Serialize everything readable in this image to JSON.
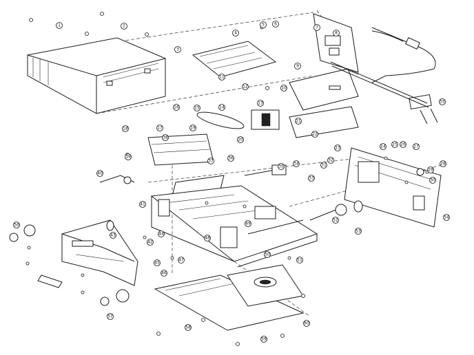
{
  "diagram": {
    "callouts": [
      "1",
      "2",
      "3",
      "4",
      "5",
      "6",
      "7",
      "8",
      "9",
      "10",
      "11",
      "12",
      "13",
      "14",
      "15",
      "16",
      "17",
      "18",
      "19",
      "20",
      "21",
      "22",
      "23",
      "24",
      "25",
      "26",
      "27",
      "28",
      "29",
      "30",
      "31",
      "32",
      "33",
      "34",
      "35",
      "36",
      "37",
      "38",
      "39",
      "40",
      "41",
      "42",
      "43",
      "44",
      "45",
      "46",
      "47",
      "48",
      "49",
      "50",
      "51",
      "52",
      "53",
      "54",
      "55",
      "56",
      "57",
      "58",
      "59",
      "60"
    ]
  }
}
